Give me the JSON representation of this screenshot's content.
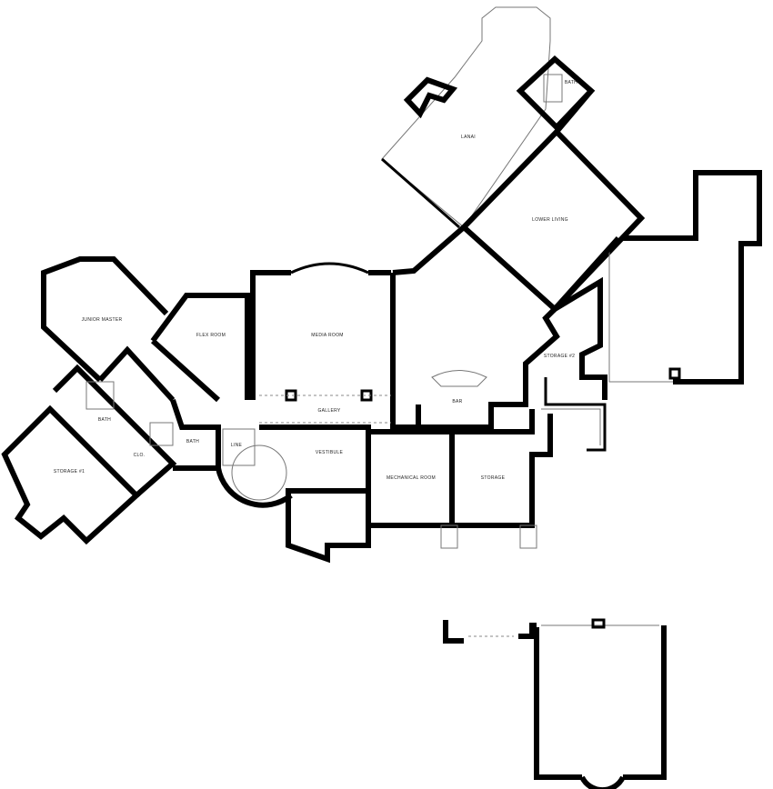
{
  "plan": {
    "rooms": {
      "lanai": "LANAI",
      "bath_top": "BATH",
      "lower_living": "LOWER LIVING",
      "junior_master": "JUNIOR MASTER",
      "flex_room": "FLEX ROOM",
      "media_room": "MEDIA ROOM",
      "bar": "BAR",
      "storage_2": "STORAGE #2",
      "gallery": "GALLERY",
      "bath_left": "BATH",
      "clo": "CLO.",
      "bath_small": "BATH",
      "line": "LINE",
      "storage_1": "STORAGE #1",
      "vestibule": "VESTIBULE",
      "mechanical_room": "MECHANICAL ROOM",
      "storage": "STORAGE"
    },
    "colors": {
      "wall": "#000000",
      "background": "#ffffff",
      "thin_line": "#777777"
    }
  }
}
